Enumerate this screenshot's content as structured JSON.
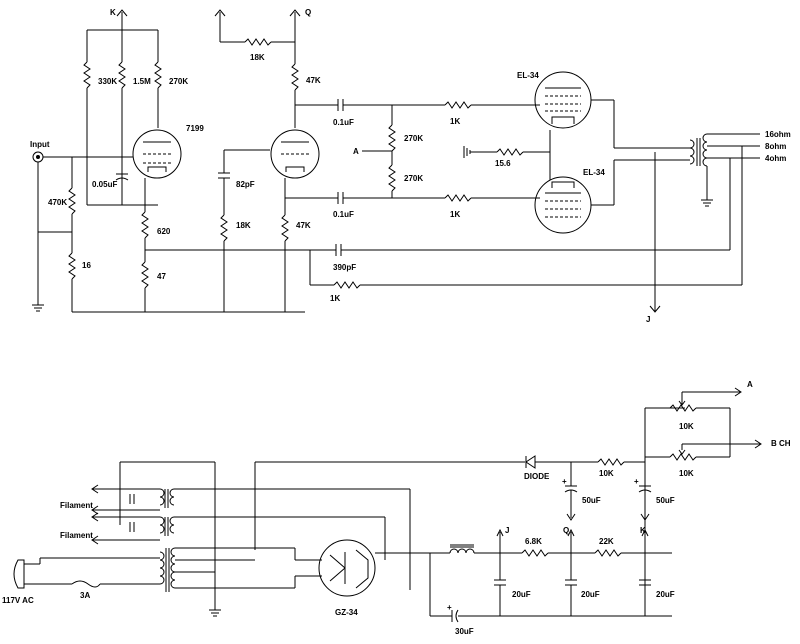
{
  "amp": {
    "net_k": "K",
    "net_q": "Q",
    "net_j": "J",
    "net_a": "A",
    "input": "Input",
    "tube_7199": "7199",
    "tube_el34_top": "EL-34",
    "tube_el34_bot": "EL-34",
    "r_330k": "330K",
    "r_1m5": "1.5M",
    "r_270k_a": "270K",
    "r_18k_top": "18K",
    "r_47k_top": "47K",
    "c_01_top": "0.1uF",
    "r_1k_top": "1K",
    "r_270k_b": "270K",
    "r_270k_c": "270K",
    "r_156": "15.6",
    "c_01_bot": "0.1uF",
    "r_1k_bot": "1K",
    "c_005": "0.05uF",
    "c_82p": "82pF",
    "r_470k": "470K",
    "r_620": "620",
    "r_18k_plate": "18K",
    "r_47k_cath": "47K",
    "r_16": "16",
    "r_47": "47",
    "c_390p": "390pF",
    "r_1k_fb": "1K",
    "out_16": "16ohm",
    "out_8": "8ohm",
    "out_4": "4ohm"
  },
  "psu": {
    "net_a": "A",
    "net_bch": "B  CH",
    "pot_10k_a": "10K",
    "pot_10k_b": "10K",
    "diode": "DIODE",
    "r_10k": "10K",
    "c_50_a": "50uF",
    "c_50_b": "50uF",
    "filament_1": "Filament",
    "filament_2": "Filament",
    "j": "J",
    "q": "Q",
    "k": "K",
    "r_68k": "6.8K",
    "r_22k": "22K",
    "ac": "117V  AC",
    "fuse": "3A",
    "rect": "GZ-34",
    "c_20_a": "20uF",
    "c_20_b": "20uF",
    "c_20_c": "20uF",
    "c_30": "30uF",
    "plus": "+"
  }
}
